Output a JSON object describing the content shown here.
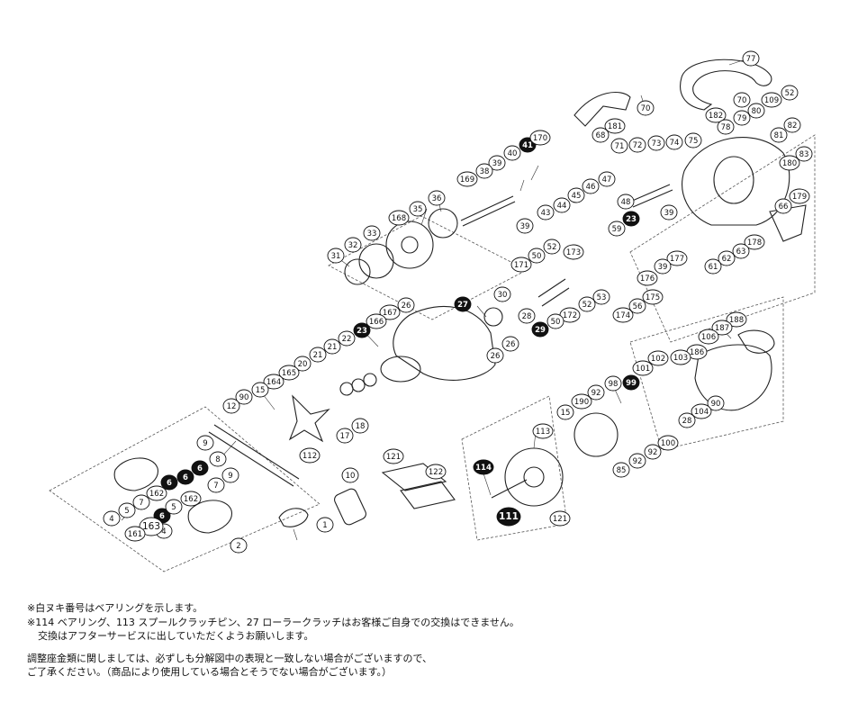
{
  "callouts": [
    {
      "label": "77",
      "style": "white"
    },
    {
      "label": "52",
      "style": "white"
    },
    {
      "label": "109",
      "style": "white"
    },
    {
      "label": "70",
      "style": "white"
    },
    {
      "label": "70",
      "style": "white"
    },
    {
      "label": "182",
      "style": "white"
    },
    {
      "label": "79",
      "style": "white"
    },
    {
      "label": "80",
      "style": "white"
    },
    {
      "label": "78",
      "style": "white"
    },
    {
      "label": "82",
      "style": "white"
    },
    {
      "label": "81",
      "style": "white"
    },
    {
      "label": "83",
      "style": "white"
    },
    {
      "label": "180",
      "style": "white"
    },
    {
      "label": "181",
      "style": "white"
    },
    {
      "label": "68",
      "style": "white"
    },
    {
      "label": "71",
      "style": "white"
    },
    {
      "label": "72",
      "style": "white"
    },
    {
      "label": "73",
      "style": "white"
    },
    {
      "label": "74",
      "style": "white"
    },
    {
      "label": "75",
      "style": "white"
    },
    {
      "label": "41",
      "style": "black"
    },
    {
      "label": "170",
      "style": "white"
    },
    {
      "label": "40",
      "style": "white"
    },
    {
      "label": "39",
      "style": "white"
    },
    {
      "label": "38",
      "style": "white"
    },
    {
      "label": "169",
      "style": "white"
    },
    {
      "label": "45",
      "style": "white"
    },
    {
      "label": "46",
      "style": "white"
    },
    {
      "label": "47",
      "style": "white"
    },
    {
      "label": "44",
      "style": "white"
    },
    {
      "label": "43",
      "style": "white"
    },
    {
      "label": "48",
      "style": "white"
    },
    {
      "label": "39",
      "style": "white"
    },
    {
      "label": "23",
      "style": "black"
    },
    {
      "label": "39",
      "style": "white"
    },
    {
      "label": "59",
      "style": "white"
    },
    {
      "label": "179",
      "style": "white"
    },
    {
      "label": "66",
      "style": "white"
    },
    {
      "label": "36",
      "style": "white"
    },
    {
      "label": "35",
      "style": "white"
    },
    {
      "label": "168",
      "style": "white"
    },
    {
      "label": "33",
      "style": "white"
    },
    {
      "label": "32",
      "style": "white"
    },
    {
      "label": "31",
      "style": "white"
    },
    {
      "label": "52",
      "style": "white"
    },
    {
      "label": "173",
      "style": "white"
    },
    {
      "label": "50",
      "style": "white"
    },
    {
      "label": "171",
      "style": "white"
    },
    {
      "label": "177",
      "style": "white"
    },
    {
      "label": "178",
      "style": "white"
    },
    {
      "label": "63",
      "style": "white"
    },
    {
      "label": "62",
      "style": "white"
    },
    {
      "label": "61",
      "style": "white"
    },
    {
      "label": "39",
      "style": "white"
    },
    {
      "label": "176",
      "style": "white"
    },
    {
      "label": "53",
      "style": "white"
    },
    {
      "label": "52",
      "style": "white"
    },
    {
      "label": "172",
      "style": "white"
    },
    {
      "label": "50",
      "style": "white"
    },
    {
      "label": "175",
      "style": "white"
    },
    {
      "label": "56",
      "style": "white"
    },
    {
      "label": "174",
      "style": "white"
    },
    {
      "label": "30",
      "style": "white"
    },
    {
      "label": "27",
      "style": "black"
    },
    {
      "label": "26",
      "style": "white"
    },
    {
      "label": "167",
      "style": "white"
    },
    {
      "label": "166",
      "style": "white"
    },
    {
      "label": "28",
      "style": "white"
    },
    {
      "label": "29",
      "style": "black"
    },
    {
      "label": "26",
      "style": "white"
    },
    {
      "label": "26",
      "style": "white"
    },
    {
      "label": "23",
      "style": "black"
    },
    {
      "label": "22",
      "style": "white"
    },
    {
      "label": "21",
      "style": "white"
    },
    {
      "label": "21",
      "style": "white"
    },
    {
      "label": "20",
      "style": "white"
    },
    {
      "label": "165",
      "style": "white"
    },
    {
      "label": "164",
      "style": "white"
    },
    {
      "label": "15",
      "style": "white"
    },
    {
      "label": "90",
      "style": "white"
    },
    {
      "label": "12",
      "style": "white"
    },
    {
      "label": "18",
      "style": "white"
    },
    {
      "label": "17",
      "style": "white"
    },
    {
      "label": "112",
      "style": "white"
    },
    {
      "label": "188",
      "style": "white"
    },
    {
      "label": "187",
      "style": "white"
    },
    {
      "label": "106",
      "style": "white"
    },
    {
      "label": "186",
      "style": "white"
    },
    {
      "label": "103",
      "style": "white"
    },
    {
      "label": "102",
      "style": "white"
    },
    {
      "label": "101",
      "style": "white"
    },
    {
      "label": "99",
      "style": "black"
    },
    {
      "label": "98",
      "style": "white"
    },
    {
      "label": "92",
      "style": "white"
    },
    {
      "label": "190",
      "style": "white"
    },
    {
      "label": "15",
      "style": "white"
    },
    {
      "label": "90",
      "style": "white"
    },
    {
      "label": "104",
      "style": "white"
    },
    {
      "label": "28",
      "style": "white"
    },
    {
      "label": "100",
      "style": "white"
    },
    {
      "label": "92",
      "style": "white"
    },
    {
      "label": "92",
      "style": "white"
    },
    {
      "label": "85",
      "style": "white"
    },
    {
      "label": "113",
      "style": "white"
    },
    {
      "label": "114",
      "style": "black"
    },
    {
      "label": "111",
      "style": "black"
    },
    {
      "label": "121",
      "style": "white"
    },
    {
      "label": "121",
      "style": "white"
    },
    {
      "label": "122",
      "style": "white"
    },
    {
      "label": "10",
      "style": "white"
    },
    {
      "label": "8",
      "style": "white"
    },
    {
      "label": "9",
      "style": "white"
    },
    {
      "label": "6",
      "style": "black"
    },
    {
      "label": "6",
      "style": "black"
    },
    {
      "label": "9",
      "style": "white"
    },
    {
      "label": "7",
      "style": "white"
    },
    {
      "label": "162",
      "style": "white"
    },
    {
      "label": "6",
      "style": "black"
    },
    {
      "label": "162",
      "style": "white"
    },
    {
      "label": "7",
      "style": "white"
    },
    {
      "label": "6",
      "style": "black"
    },
    {
      "label": "5",
      "style": "white"
    },
    {
      "label": "4",
      "style": "white"
    },
    {
      "label": "5",
      "style": "white"
    },
    {
      "label": "4",
      "style": "white"
    },
    {
      "label": "163",
      "style": "white"
    },
    {
      "label": "161",
      "style": "white"
    },
    {
      "label": "2",
      "style": "white"
    },
    {
      "label": "1",
      "style": "white"
    }
  ],
  "notes": {
    "line1": "※白ヌキ番号はベアリングを示します。",
    "line2": "※114 ベアリング、113 スプールクラッチピン、27 ローラークラッチはお客様ご自身での交換はできません。",
    "line3": "交換はアフターサービスに出していただくようお願いします。",
    "line4": "調整座金類に関しましては、必ずしも分解図中の表現と一致しない場合がございますので、",
    "line5": "ご了承ください。（商品により使用している場合とそうでない場合がございます。）"
  }
}
